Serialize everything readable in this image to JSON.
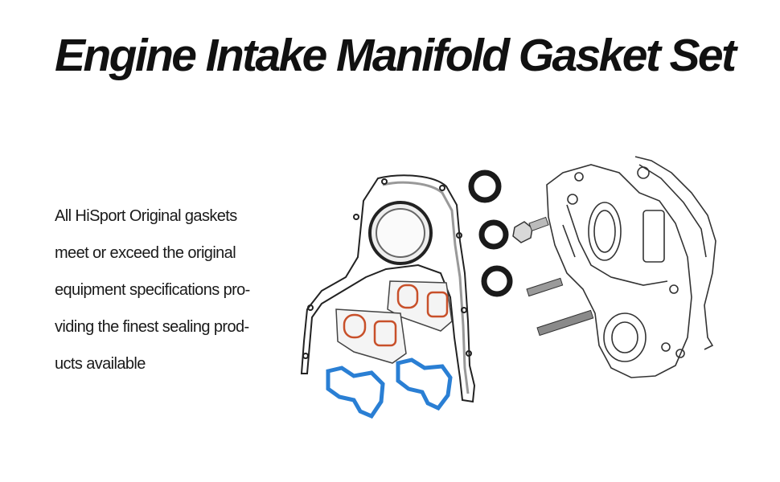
{
  "title": "Engine Intake Manifold Gasket Set",
  "description": {
    "lines": [
      "All HiSport Original gaskets",
      "meet or exceed the original",
      "equipment specifications pro-",
      "viding the finest sealing prod-",
      "ucts available"
    ]
  },
  "colors": {
    "gasket_outline": "#222222",
    "orange_seal": "#c8502a",
    "blue_gasket": "#2a7fd4",
    "cover_line": "#333333"
  },
  "illustrations": [
    "timing-cover-gasket",
    "crank-seal",
    "o-rings",
    "bolt",
    "studs",
    "water-pump-gaskets",
    "timing-cover"
  ]
}
